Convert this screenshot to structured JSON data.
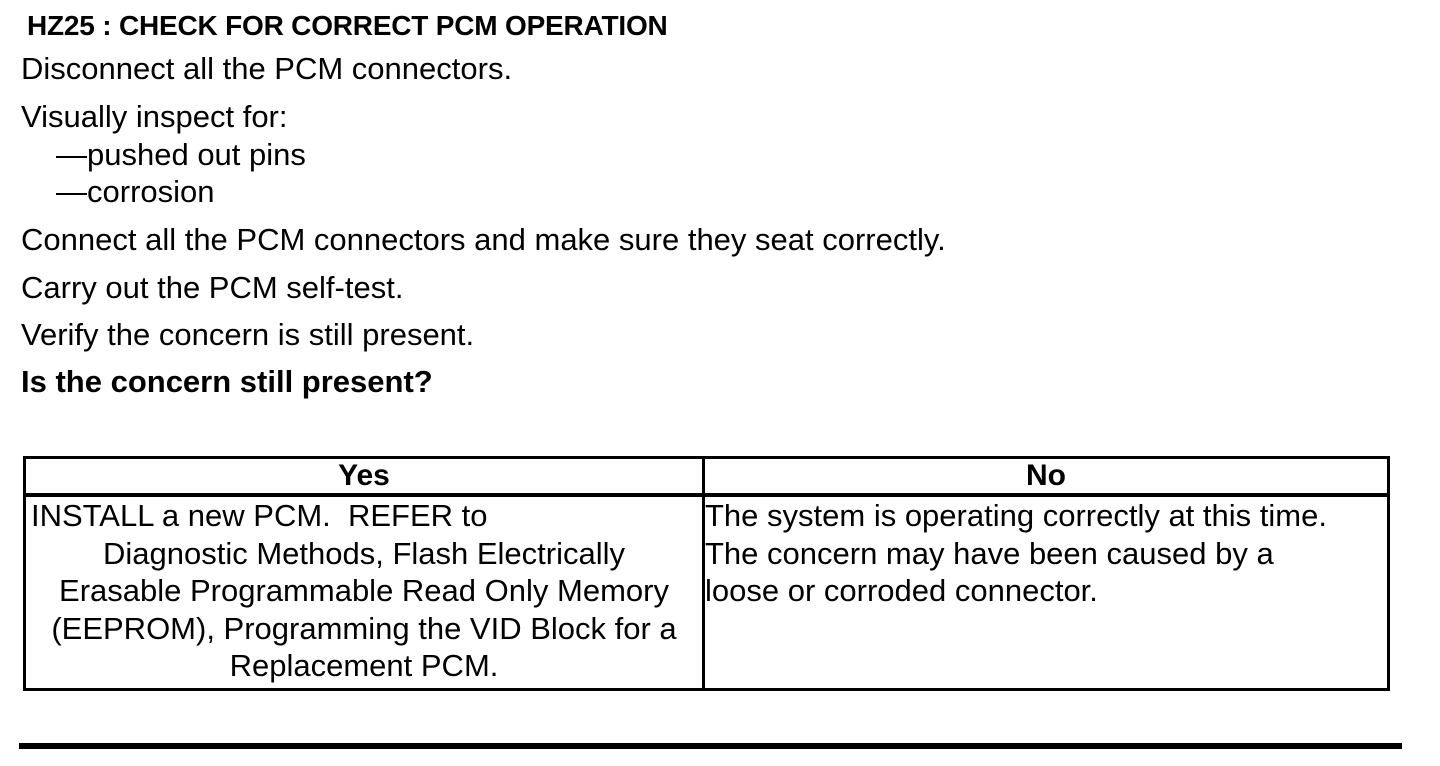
{
  "procedure": {
    "id_title": "HZ25 : CHECK FOR CORRECT PCM OPERATION",
    "steps": {
      "disconnect": "Disconnect all the PCM connectors.",
      "inspect": "Visually inspect for:",
      "inspect_items": [
        "—pushed out pins",
        "—corrosion"
      ],
      "connect": "Connect all the PCM connectors and make sure they seat correctly.",
      "selftest": "Carry out the PCM self-test.",
      "verify": "Verify the concern is still present.",
      "question": "Is the concern still present?"
    }
  },
  "result_table": {
    "headers": {
      "yes": "Yes",
      "no": "No"
    },
    "yes_action_lines": [
      "INSTALL a new PCM.  REFER to",
      "Diagnostic Methods, Flash Electrically",
      "Erasable Programmable Read Only Memory",
      "(EEPROM), Programming the VID Block for a",
      "Replacement PCM."
    ],
    "no_action_lines": [
      "The system is operating correctly at this time.",
      "The concern may have been caused by a",
      "loose or corroded connector."
    ]
  },
  "colors": {
    "text": "#000000",
    "background": "#ffffff",
    "border": "#000000"
  }
}
